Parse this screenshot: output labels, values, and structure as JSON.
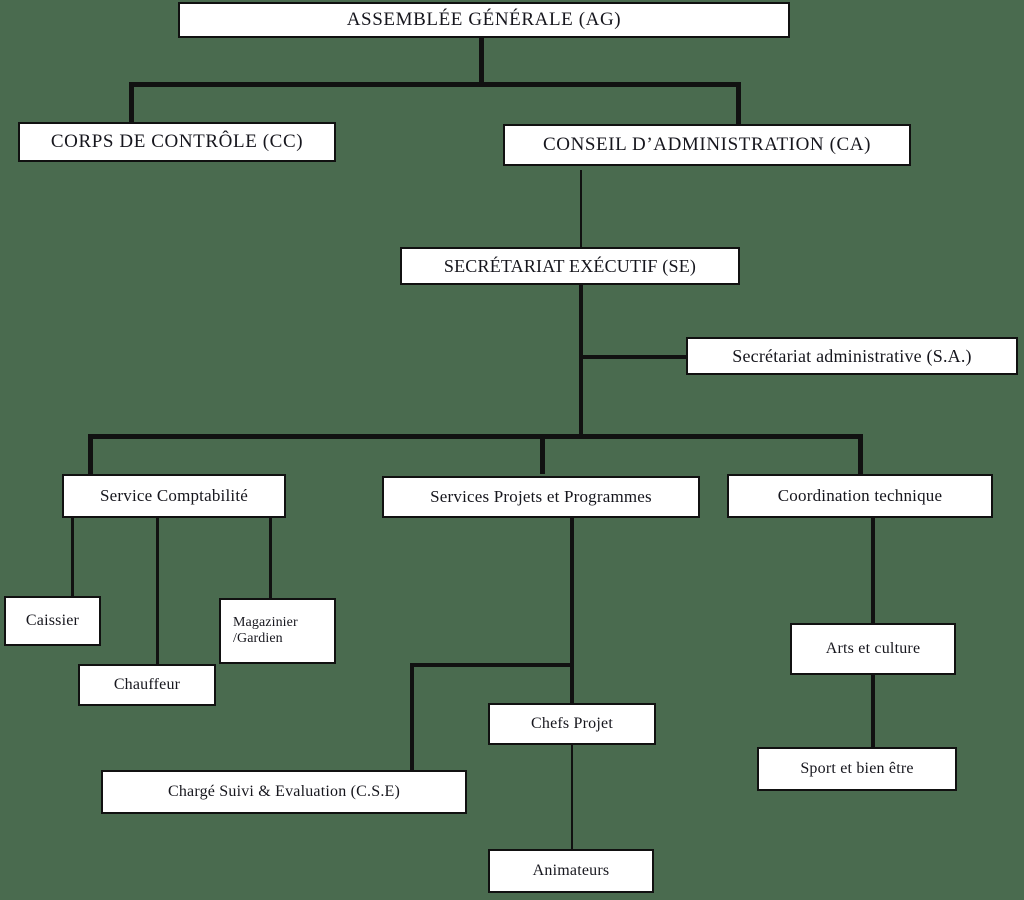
{
  "diagram": {
    "title": "Organigramme",
    "background_color": "#4a6b4f",
    "box_fill": "#ffffff",
    "box_border": "#111111",
    "connector_color": "#111111"
  },
  "nodes": {
    "ag": "ASSEMBLÉE GÉNÉRALE (AG)",
    "cc": "CORPS DE CONTRÔLE (CC)",
    "ca": "CONSEIL D’ADMINISTRATION (CA)",
    "se": "SECRÉTARIAT EXÉCUTIF (SE)",
    "sa": "Secrétariat administrative (S.A.)",
    "comptabilite": "Service Comptabilité",
    "projets": "Services Projets et Programmes",
    "coordination": "Coordination technique",
    "caissier": "Caissier",
    "chauffeur": "Chauffeur",
    "magazinier": "Magazinier\n/Gardien",
    "cse": "Chargé Suivi & Evaluation (C.S.E)",
    "chefs_projet": "Chefs Projet",
    "animateurs": "Animateurs",
    "arts": "Arts et culture",
    "sport": "Sport et bien être"
  },
  "hierarchy": {
    "root": "ASSEMBLÉE GÉNÉRALE (AG)",
    "edges": [
      {
        "from": "ASSEMBLÉE GÉNÉRALE (AG)",
        "to": "CORPS DE CONTRÔLE (CC)"
      },
      {
        "from": "ASSEMBLÉE GÉNÉRALE (AG)",
        "to": "CONSEIL D’ADMINISTRATION (CA)"
      },
      {
        "from": "CONSEIL D’ADMINISTRATION (CA)",
        "to": "SECRÉTARIAT EXÉCUTIF (SE)"
      },
      {
        "from": "SECRÉTARIAT EXÉCUTIF (SE)",
        "to": "Secrétariat administrative (S.A.)"
      },
      {
        "from": "SECRÉTARIAT EXÉCUTIF (SE)",
        "to": "Service Comptabilité"
      },
      {
        "from": "SECRÉTARIAT EXÉCUTIF (SE)",
        "to": "Services Projets et Programmes"
      },
      {
        "from": "SECRÉTARIAT EXÉCUTIF (SE)",
        "to": "Coordination technique"
      },
      {
        "from": "Service Comptabilité",
        "to": "Caissier"
      },
      {
        "from": "Service Comptabilité",
        "to": "Chauffeur"
      },
      {
        "from": "Service Comptabilité",
        "to": "Magazinier /Gardien"
      },
      {
        "from": "Services Projets et Programmes",
        "to": "Chargé Suivi & Evaluation (C.S.E)"
      },
      {
        "from": "Services Projets et Programmes",
        "to": "Chefs Projet"
      },
      {
        "from": "Chefs Projet",
        "to": "Animateurs"
      },
      {
        "from": "Coordination technique",
        "to": "Arts et culture"
      },
      {
        "from": "Arts et culture",
        "to": "Sport et bien être"
      }
    ]
  }
}
